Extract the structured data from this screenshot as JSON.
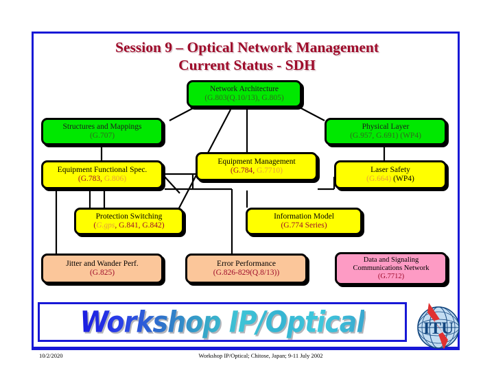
{
  "slide": {
    "title_line1": "Session 9 – Optical Network Management",
    "title_line2": "Current Status - SDH",
    "title_color": "#9e0b2a",
    "frame_color": "#1718d6",
    "background": "#ffffff"
  },
  "nodes": [
    {
      "id": "network-architecture",
      "name": "network-architecture",
      "fill": "#00e800",
      "line1": "Network Architecture",
      "line2_parts": [
        {
          "text": "(G.803(Q.10/13), G.805)",
          "color": "#2f6b1e"
        }
      ]
    },
    {
      "id": "structures-and-mappings",
      "name": "structures-and-mappings",
      "fill": "#00e800",
      "line1": "Structures and Mappings",
      "line2_parts": [
        {
          "text": "(G.707)",
          "color": "#2f6b1e"
        }
      ]
    },
    {
      "id": "physical-layer",
      "name": "physical-layer",
      "fill": "#00e800",
      "line1": "Physical Layer",
      "line2_parts": [
        {
          "text": "(G.957, G.691) (WP4)",
          "color": "#2f6b1e"
        }
      ]
    },
    {
      "id": "equipment-functional-spec",
      "name": "equipment-functional-spec",
      "fill": "#ffff00",
      "line1": "Equipment Functional Spec.",
      "line2_parts": [
        {
          "text": "(G.783, ",
          "color": "#9e0b2a"
        },
        {
          "text": "G.806)",
          "color": "#e8a03a"
        }
      ]
    },
    {
      "id": "equipment-management",
      "name": "equipment-management",
      "fill": "#ffff00",
      "line1": "Equipment Management",
      "line2_parts": [
        {
          "text": "(G.784, ",
          "color": "#9e0b2a"
        },
        {
          "text": "G.7710)",
          "color": "#e8a03a"
        }
      ]
    },
    {
      "id": "laser-safety",
      "name": "laser-safety",
      "fill": "#ffff00",
      "line1": "Laser Safety",
      "line2_parts": [
        {
          "text": "(G.664)",
          "color": "#e8a03a"
        },
        {
          "text": " (WP4)",
          "color": "#000000"
        }
      ]
    },
    {
      "id": "protection-switching",
      "name": "protection-switching",
      "fill": "#ffff00",
      "line1": "Protection Switching",
      "line2_parts": [
        {
          "text": "(",
          "color": "#9e0b2a"
        },
        {
          "text": "G.gps",
          "color": "#e8a03a",
          "italic": true
        },
        {
          "text": ", G.841, G.842)",
          "color": "#9e0b2a"
        }
      ]
    },
    {
      "id": "information-model",
      "name": "information-model",
      "fill": "#ffff00",
      "line1": "Information Model",
      "line2_parts": [
        {
          "text": "(G.774 Series)",
          "color": "#9e0b2a"
        }
      ]
    },
    {
      "id": "jitter-and-wander-perf",
      "name": "jitter-and-wander-perf",
      "fill": "#fbc69a",
      "line1": "Jitter and Wander Perf.",
      "line2_parts": [
        {
          "text": "(G.825)",
          "color": "#9e0b2a"
        }
      ]
    },
    {
      "id": "error-performance",
      "name": "error-performance",
      "fill": "#fbc69a",
      "line1": "Error Performance",
      "line2_parts": [
        {
          "text": "(G.826-829(Q.8/13))",
          "color": "#9e0b2a"
        }
      ]
    },
    {
      "id": "data-and-signaling-communications-network",
      "name": "data-and-signaling-communications-network",
      "fill": "#fd9bc4",
      "line1": "Data and Signaling",
      "line1b": "Communications Network",
      "line2_parts": [
        {
          "text": "(G.7712)",
          "color": "#9e0b2a"
        }
      ]
    }
  ],
  "banner": {
    "wordart_text": "Workshop IP/Optical",
    "gradient_from": "#1a1ae0",
    "gradient_to": "#3aa8cf"
  },
  "logo": {
    "name": "itu-logo",
    "letters": "ITU",
    "globe_color": "#b9d6ef",
    "letter_color": "#11457e",
    "bolt_color": "#e03131"
  },
  "footer": {
    "date": "10/2/2020",
    "center": "Workshop IP/Optical; Chitose, Japan; 9-11 July 2002"
  }
}
